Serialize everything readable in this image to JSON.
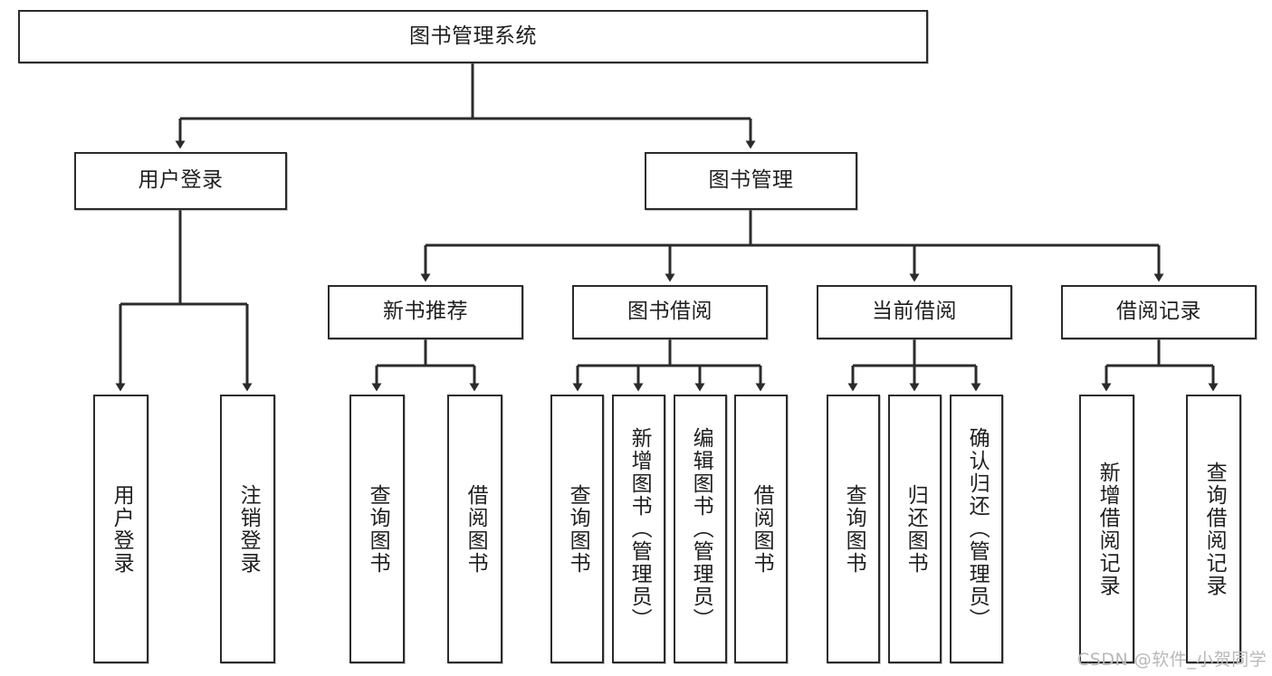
{
  "diagram": {
    "title": "图书管理系统",
    "type": "功能结构图",
    "colors": {
      "box_border": "#2b2b2b",
      "box_fill": "#ffffff",
      "connector": "#2b2b2b",
      "text": "#1f1f1f",
      "watermark": "#b9b9b9",
      "background": "#ffffff"
    },
    "root": {
      "label": "图书管理系统"
    },
    "level2": [
      {
        "id": "user-login",
        "label": "用户登录"
      },
      {
        "id": "book-manage",
        "label": "图书管理"
      }
    ],
    "level3": [
      {
        "id": "new-book-recommend",
        "label": "新书推荐",
        "parent": "book-manage"
      },
      {
        "id": "book-borrow",
        "label": "图书借阅",
        "parent": "book-manage"
      },
      {
        "id": "current-borrow",
        "label": "当前借阅",
        "parent": "book-manage"
      },
      {
        "id": "borrow-record",
        "label": "借阅记录",
        "parent": "book-manage"
      }
    ],
    "leaves": [
      {
        "id": "leaf-user-login",
        "label": "用户登录",
        "parent": "user-login"
      },
      {
        "id": "leaf-logout-login",
        "label": "注销登录",
        "parent": "user-login"
      },
      {
        "id": "leaf-query-book-1",
        "label": "查询图书",
        "parent": "new-book-recommend"
      },
      {
        "id": "leaf-borrow-book-1",
        "label": "借阅图书",
        "parent": "new-book-recommend"
      },
      {
        "id": "leaf-query-book-2",
        "label": "查询图书",
        "parent": "book-borrow"
      },
      {
        "id": "leaf-add-book",
        "label": "新增图书（管理员）",
        "parent": "book-borrow"
      },
      {
        "id": "leaf-edit-book",
        "label": "编辑图书（管理员）",
        "parent": "book-borrow"
      },
      {
        "id": "leaf-borrow-book-2",
        "label": "借阅图书",
        "parent": "book-borrow"
      },
      {
        "id": "leaf-query-book-3",
        "label": "查询图书",
        "parent": "current-borrow"
      },
      {
        "id": "leaf-return-book",
        "label": "归还图书",
        "parent": "current-borrow"
      },
      {
        "id": "leaf-confirm-return",
        "label": "确认归还（管理员）",
        "parent": "current-borrow"
      },
      {
        "id": "leaf-add-record",
        "label": "新增借阅记录",
        "parent": "borrow-record"
      },
      {
        "id": "leaf-query-record",
        "label": "查询借阅记录",
        "parent": "borrow-record"
      }
    ],
    "watermark": "CSDN @软件_小贺同学"
  }
}
